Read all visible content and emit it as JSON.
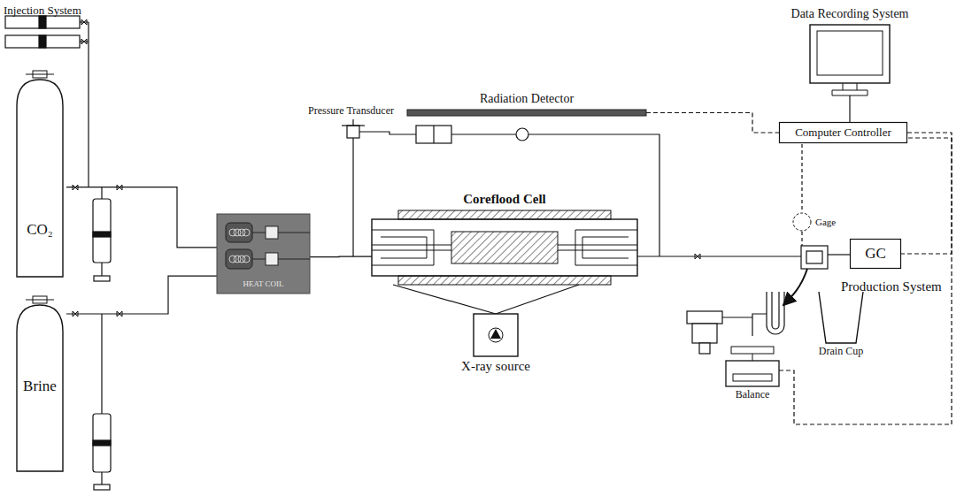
{
  "diagram": {
    "nodes": [
      {
        "text": [
          "CO₂"
        ]
      },
      {
        "text": [
          "Brine"
        ]
      },
      {
        "text": [
          "HEAT COIL"
        ]
      },
      {
        "text": [
          "Coreflood Cell"
        ]
      },
      {
        "text": [
          "X-ray source"
        ]
      },
      {
        "text": [
          "Radiation Detector"
        ]
      },
      {
        "text": [
          "Computer Controller"
        ]
      },
      {
        "text": [
          "Data Recording System"
        ]
      },
      {
        "text": [
          "Gage"
        ]
      },
      {
        "text": [
          "GC"
        ]
      },
      {
        "text": [
          "Drain Cup"
        ]
      },
      {
        "text": [
          "Balance"
        ]
      }
    ],
    "edges": [
      {
        "from": 0,
        "to": 2,
        "arrow": "none"
      },
      {
        "from": 1,
        "to": 2,
        "arrow": "none"
      },
      {
        "from": 2,
        "to": 3,
        "arrow": "none"
      },
      {
        "from": 3,
        "to": 4,
        "arrow": "none"
      },
      {
        "from": 5,
        "to": 6,
        "arrow": "none"
      },
      {
        "from": 7,
        "to": 6,
        "arrow": "none"
      },
      {
        "from": 6,
        "to": 9,
        "arrow": "none"
      },
      {
        "from": 11,
        "to": 6,
        "arrow": "none"
      }
    ],
    "labels": [
      "Injection System",
      "Pressure Transducer",
      "Production System"
    ]
  }
}
